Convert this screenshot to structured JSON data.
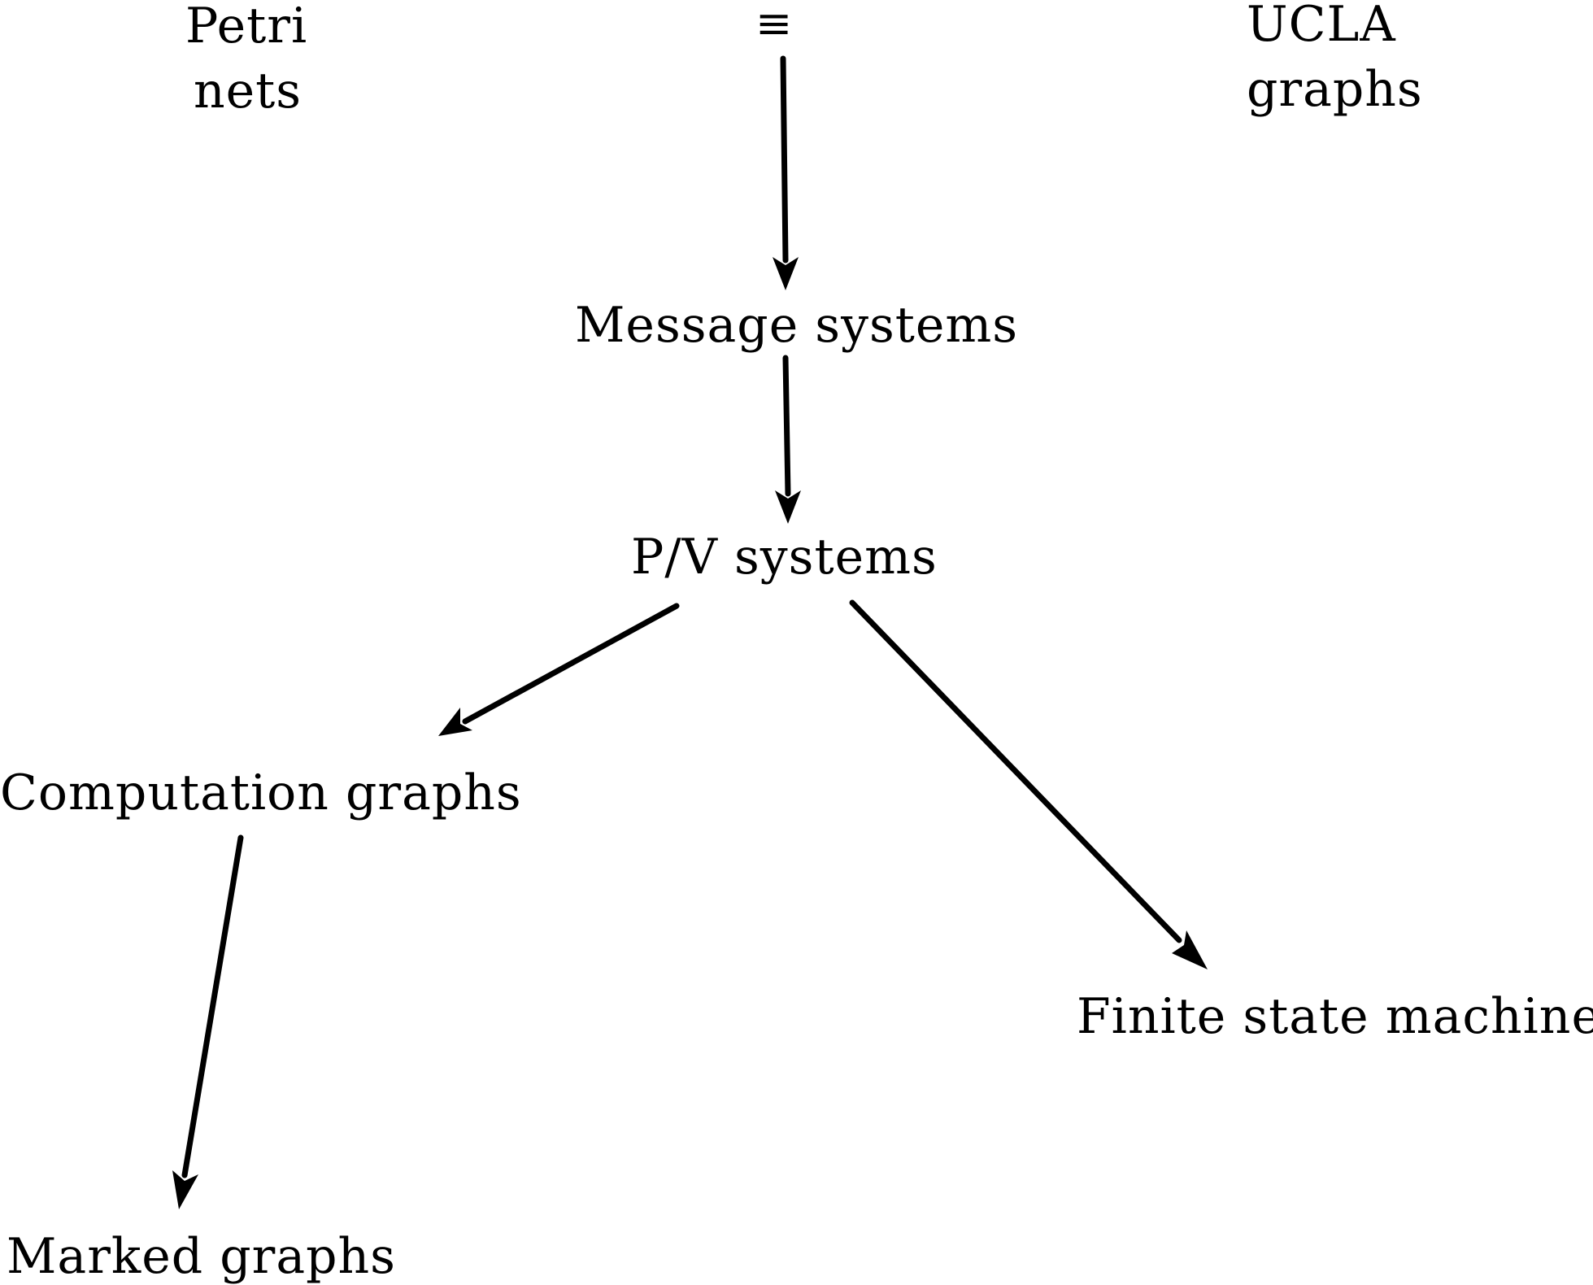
{
  "diagram": {
    "nodes": {
      "petri_nets": [
        "Petri",
        "nets"
      ],
      "equivalence_symbol": "≡",
      "ucla_graphs": [
        "UCLA",
        "graphs"
      ],
      "message_systems": "Message systems",
      "pv_systems": "P/V systems",
      "computation_graphs": "Computation graphs",
      "finite_state_machines": "Finite state machines",
      "marked_graphs": "Marked graphs"
    },
    "edges": [
      {
        "from": "equivalence_symbol",
        "to": "message_systems"
      },
      {
        "from": "message_systems",
        "to": "pv_systems"
      },
      {
        "from": "pv_systems",
        "to": "computation_graphs"
      },
      {
        "from": "pv_systems",
        "to": "finite_state_machines"
      },
      {
        "from": "computation_graphs",
        "to": "marked_graphs"
      }
    ]
  }
}
